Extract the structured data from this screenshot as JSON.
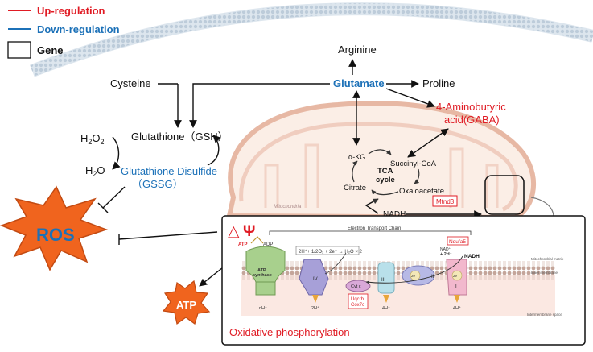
{
  "legend": {
    "up": {
      "label": "Up-regulation",
      "color": "#e01b24"
    },
    "down": {
      "label": "Down-regulation",
      "color": "#1c71b8"
    },
    "gene": {
      "label": "Gene"
    }
  },
  "metabolites": {
    "arginine": "Arginine",
    "glutamate": "Glutamate",
    "proline": "Proline",
    "cysteine": "Cysteine",
    "gaba_line1": "4-Aminobutyric",
    "gaba_line2": "acid(GABA)",
    "gsh": "Glutathione（GSH）",
    "h2o2": "H",
    "h2o2_sub": "2",
    "h2o2_o": "O",
    "h2o2_sub2": "2",
    "h2o_h": "H",
    "h2o_sub": "2",
    "h2o_o": "O",
    "gssg_line1": "Glutathione Disulfide",
    "gssg_line2": "（GSSG）",
    "ros": "ROS",
    "atp_big": "ATP"
  },
  "tca": {
    "akg": "α-KG",
    "succinyl": "Succinyl-CoA",
    "center1": "TCA",
    "center2": "cycle",
    "citrate": "Citrate",
    "oxaloacetate": "Oxaloacetate",
    "nadh": "NADH",
    "mitochondria": "Mitochondria"
  },
  "genes": {
    "mtnd3": "Mtnd3",
    "ndufa5": "Ndufa5",
    "uqcrb": "Uqcrb",
    "cox7c": "Cox7c"
  },
  "etc": {
    "delta_psi_1": "△",
    "delta_psi_2": "Ψ",
    "chain_label": "Electron Transport Chain",
    "atp": "ATP",
    "adp": "ADP",
    "equation": "2H⁺+ 1/2O₂ + 2e⁻ → H₂O × 2",
    "nad": "NAD⁺",
    "nad_h": "+ 2H⁺",
    "nadh": "NADH",
    "matrix": "Mitochondrial matrix",
    "inner_membrane": "Inner membrane",
    "ims": "Intermembrane space",
    "atp_synthase_1": "ATP",
    "atp_synthase_2": "synthase",
    "complex_iv": "IV",
    "complex_iii": "III",
    "complex_ii": "II",
    "complex_i": "I",
    "cyt_c": "Cyt c",
    "e1": "2e⁻",
    "e2": "2e⁻",
    "nh": "nH⁺",
    "h_iv": "2H⁺",
    "h_iii": "4H⁺",
    "h_i": "4H⁺",
    "title": "Oxidative phosphorylation"
  }
}
